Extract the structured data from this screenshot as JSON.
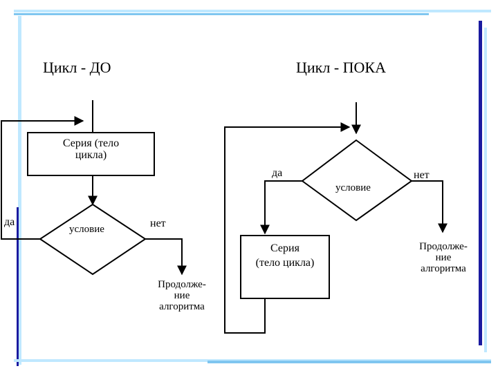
{
  "decor": {
    "accent": "#1a1aa0",
    "stripe_light": "#bfe8ff",
    "stripe_mid": "#7fc6f0"
  },
  "titles": {
    "do_loop": "Цикл - ДО",
    "while_loop": "Цикл - ПОКА"
  },
  "do_loop": {
    "body_line1": "Серия (тело",
    "body_line2": "цикла)",
    "condition": "условие",
    "yes_label": "да",
    "no_label": "нет",
    "continue_line1": "Продолже-",
    "continue_line2": "ние",
    "continue_line3": "алгоритма"
  },
  "while_loop": {
    "condition": "условие",
    "yes_label": "да",
    "no_label": "нет",
    "body_line1": "Серия",
    "body_line2": "(тело цикла)",
    "continue_line1": "Продолже-",
    "continue_line2": "ние",
    "continue_line3": "алгоритма"
  }
}
